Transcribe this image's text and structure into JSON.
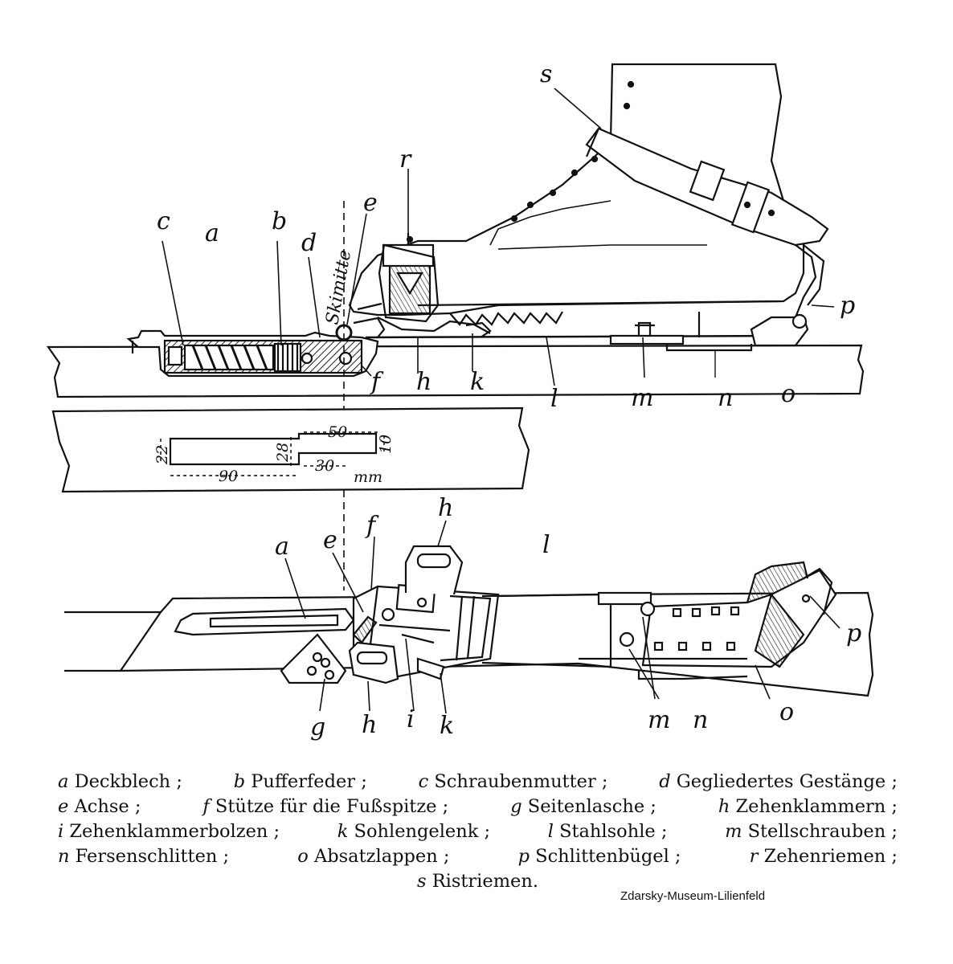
{
  "diagram": {
    "side_view_labels": {
      "a": "a",
      "b": "b",
      "c": "c",
      "d": "d",
      "e": "e",
      "f": "f",
      "h": "h",
      "k": "k",
      "l": "l",
      "m": "m",
      "n": "n",
      "o": "o",
      "p": "p",
      "r": "r",
      "s": "s",
      "skimitte": "Skimitte"
    },
    "template_dimensions": {
      "d22": "22",
      "d28": "28",
      "d50": "50",
      "d10": "10",
      "d30": "30",
      "d90": "90",
      "unit": "mm"
    },
    "top_view_labels": {
      "a": "a",
      "e": "e",
      "f": "f",
      "h_top": "h",
      "l": "l",
      "p": "p",
      "g": "g",
      "h_bottom": "h",
      "i": "i",
      "k": "k",
      "m": "m",
      "n": "n",
      "o": "o"
    }
  },
  "legend": {
    "lines": [
      [
        {
          "letter": "a",
          "text": "Deckblech ;"
        },
        {
          "letter": "b",
          "text": "Pufferfeder ;"
        },
        {
          "letter": "c",
          "text": "Schraubenmutter ;"
        },
        {
          "letter": "d",
          "text": "Gegliedertes Gestänge ;"
        }
      ],
      [
        {
          "letter": "e",
          "text": "Achse ;"
        },
        {
          "letter": "f",
          "text": "Stütze für die Fußspitze ;"
        },
        {
          "letter": "g",
          "text": "Seitenlasche ;"
        },
        {
          "letter": "h",
          "text": "Zehenklammern ;"
        }
      ],
      [
        {
          "letter": "i",
          "text": "Zehenklammerbolzen ;"
        },
        {
          "letter": "k",
          "text": "Sohlengelenk ;"
        },
        {
          "letter": "l",
          "text": "Stahlsohle ;"
        },
        {
          "letter": "m",
          "text": "Stellschrauben ;"
        }
      ],
      [
        {
          "letter": "n",
          "text": "Fersenschlitten ;"
        },
        {
          "letter": "o",
          "text": "Absatzlappen ;"
        },
        {
          "letter": "p",
          "text": "Schlittenbügel ;"
        },
        {
          "letter": "r",
          "text": "Zehenriemen ;"
        }
      ]
    ],
    "last": {
      "letter": "s",
      "text": "Ristriemen."
    }
  },
  "credit": "Zdarsky-Museum-Lilienfeld"
}
